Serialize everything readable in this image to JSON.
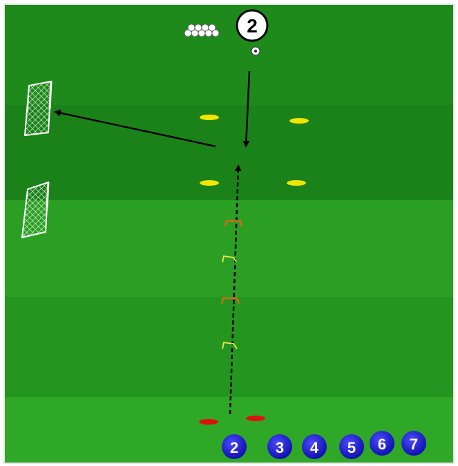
{
  "coach_marker": {
    "label": "2"
  },
  "players": [
    {
      "label": "2"
    },
    {
      "label": "3"
    },
    {
      "label": "4"
    },
    {
      "label": "5"
    },
    {
      "label": "6"
    },
    {
      "label": "7"
    }
  ],
  "colors": {
    "grass_dark": "#1f8a1c",
    "grass_mid": "#24971f",
    "grass_light": "#2ea626",
    "cone_yellow": "#f2e600",
    "cone_red": "#e01010",
    "hurdle_orange": "#d2691e",
    "hurdle_yellow": "#e6e04a",
    "player_blue": "#1a1ae6",
    "arrow": "#000000",
    "goal_white": "#ffffff"
  },
  "icons": {
    "goal": "goal-net-icon",
    "ball": "soccer-ball-icon",
    "balls_pile": "ball-pile-icon",
    "cone": "flat-cone-icon",
    "hurdle": "mini-hurdle-icon",
    "player": "player-disc-icon"
  }
}
